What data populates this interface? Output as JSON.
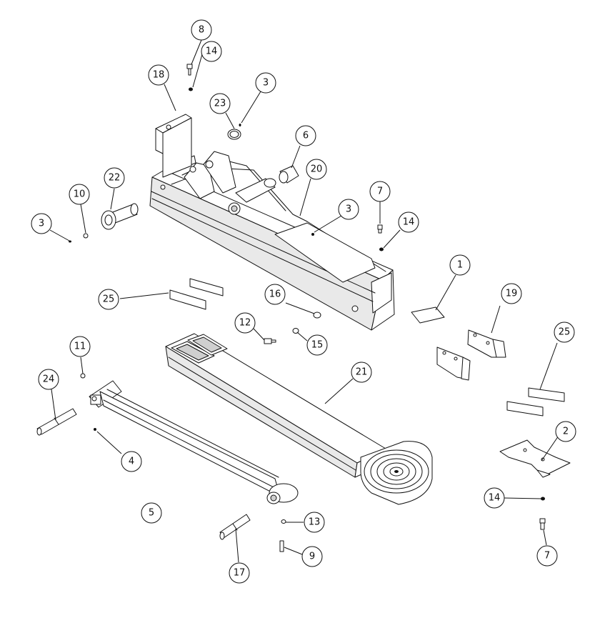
{
  "colors": {
    "line": "#111111",
    "background": "#ffffff",
    "shade": "#e9e9e9"
  },
  "callouts": [
    {
      "id": "c8",
      "label": "8"
    },
    {
      "id": "c14a",
      "label": "14"
    },
    {
      "id": "c18",
      "label": "18"
    },
    {
      "id": "c3a",
      "label": "3"
    },
    {
      "id": "c23",
      "label": "23"
    },
    {
      "id": "c6",
      "label": "6"
    },
    {
      "id": "c20",
      "label": "20"
    },
    {
      "id": "c22",
      "label": "22"
    },
    {
      "id": "c10",
      "label": "10"
    },
    {
      "id": "c3b",
      "label": "3"
    },
    {
      "id": "c7a",
      "label": "7"
    },
    {
      "id": "c3c",
      "label": "3"
    },
    {
      "id": "c14b",
      "label": "14"
    },
    {
      "id": "c1",
      "label": "1"
    },
    {
      "id": "c19",
      "label": "19"
    },
    {
      "id": "c25a",
      "label": "25"
    },
    {
      "id": "c16",
      "label": "16"
    },
    {
      "id": "c12",
      "label": "12"
    },
    {
      "id": "c15",
      "label": "15"
    },
    {
      "id": "c25b",
      "label": "25"
    },
    {
      "id": "c11",
      "label": "11"
    },
    {
      "id": "c21",
      "label": "21"
    },
    {
      "id": "c24",
      "label": "24"
    },
    {
      "id": "c2",
      "label": "2"
    },
    {
      "id": "c4",
      "label": "4"
    },
    {
      "id": "c5",
      "label": "5"
    },
    {
      "id": "c14c",
      "label": "14"
    },
    {
      "id": "c13",
      "label": "13"
    },
    {
      "id": "c9",
      "label": "9"
    },
    {
      "id": "c17",
      "label": "17"
    },
    {
      "id": "c7b",
      "label": "7"
    }
  ]
}
